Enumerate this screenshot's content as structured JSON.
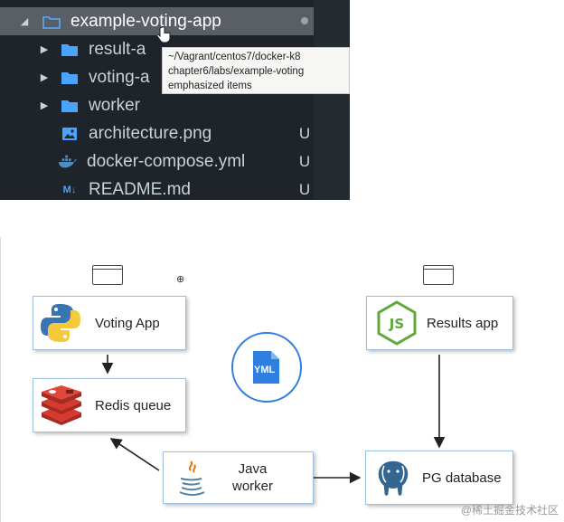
{
  "explorer": {
    "root": "example-voting-app",
    "items": [
      {
        "label": "result-a",
        "type": "folder",
        "status": ""
      },
      {
        "label": "voting-a",
        "type": "folder",
        "status": ""
      },
      {
        "label": "worker",
        "type": "folder",
        "status": ""
      },
      {
        "label": "architecture.png",
        "type": "image",
        "status": "U"
      },
      {
        "label": "docker-compose.yml",
        "type": "docker",
        "status": "U"
      },
      {
        "label": "README.md",
        "type": "markdown",
        "status": "U"
      }
    ],
    "readme_badge": "M↓",
    "tooltip": {
      "line1": "~/Vagrant/centos7/docker-k8",
      "line2": "chapter6/labs/example-voting",
      "line3": "emphasized items"
    }
  },
  "diagram": {
    "voting_app": "Voting App",
    "redis_queue": "Redis queue",
    "results_app": "Results app",
    "java_worker_line1": "Java",
    "java_worker_line2": "worker",
    "pg_database": "PG database",
    "yml_label": "YML",
    "js_label": "JS",
    "watermark": "@稀土掘金技术社区"
  },
  "colors": {
    "explorer_bg": "#1e2429",
    "selection": "#5a5f66",
    "folder": "#4aa3ff",
    "node_border": "#9fbfe0",
    "yml_blue": "#2f7fe0",
    "redis_red": "#d83a2f",
    "node_green": "#5fa83c",
    "postgres_blue": "#336791"
  }
}
